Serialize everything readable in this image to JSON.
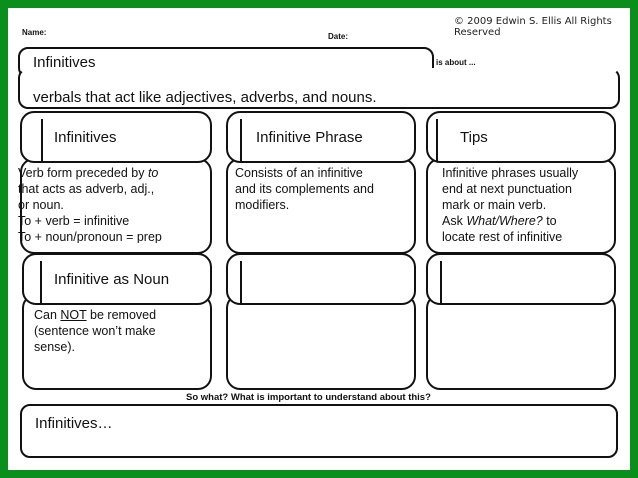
{
  "header": {
    "name_label": "Name:",
    "date_label": "Date:",
    "copyright": "© 2009 Edwin S. Ellis All Rights Reserved"
  },
  "topic": {
    "title": "Infinitives",
    "is_about": "is about ...",
    "definition": "verbals that act like adjectives, adverbs, and nouns."
  },
  "cards": {
    "c1": {
      "title": "Infinitives"
    },
    "c2": {
      "title": "Infinitive Phrase"
    },
    "c3": {
      "title": "Tips"
    },
    "c4": {
      "title": "Infinitive as Noun"
    }
  },
  "cells": {
    "c1": {
      "line1_pre": "Verb form preceded by ",
      "line1_em": "to",
      "line2": "that acts as adverb, adj.,",
      "line3": "or noun.",
      "line4": "To + verb = infinitive",
      "line5": "To + noun/pronoun = prep"
    },
    "c2": {
      "line1": "Consists of an infinitive",
      "line2": "and its complements and",
      "line3": "modifiers."
    },
    "c3": {
      "line1": "Infinitive phrases usually",
      "line2": "end at next punctuation",
      "line3": "mark or main verb.",
      "line4_pre": "Ask ",
      "line4_em": "What/Where?",
      "line4_post": " to",
      "line5": "locate rest of infinitive"
    },
    "c4": {
      "line1_pre": "Can ",
      "line1_u": "NOT",
      "line1_post": " be removed",
      "line2": "(sentence won’t make",
      "line3": "sense)."
    }
  },
  "so_what": {
    "label": "So what?  What is important to understand about this?",
    "answer": "Infinitives…"
  },
  "colors": {
    "background": "#0a8f1c",
    "sheet": "#ffffff",
    "ink": "#111111"
  }
}
